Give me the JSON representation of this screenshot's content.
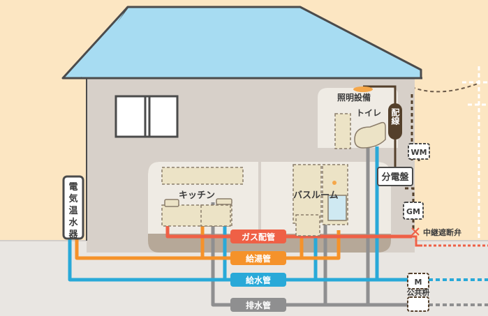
{
  "labels": {
    "denki_onsuiki": "電気温水器",
    "haisen": "配線",
    "shomei_setsubi": "照明設備",
    "toilet": "トイレ",
    "bunden_ban": "分電盤",
    "wm": "WM",
    "gm": "GM",
    "chukei_shadan_ben": "中継遮断弁",
    "kitchen": "キッチン",
    "bathroom": "バスルーム",
    "gas_haikan": "ガス配管",
    "kyuto_kan": "給湯管",
    "kyusui_kan": "給水管",
    "haisui_kan": "排水管",
    "m": "M",
    "kokyo_masu": "公共枡"
  },
  "colors": {
    "background": "#fce6c2",
    "roof": "#a7dcf2",
    "wall": "#d7d0c9",
    "interior": "#efebe4",
    "ground": "#e9e6e2",
    "gas": "#ef6046",
    "hot_water": "#f5922a",
    "water": "#29a9d8",
    "drain": "#8f8f90",
    "wiring": "#54402b"
  }
}
